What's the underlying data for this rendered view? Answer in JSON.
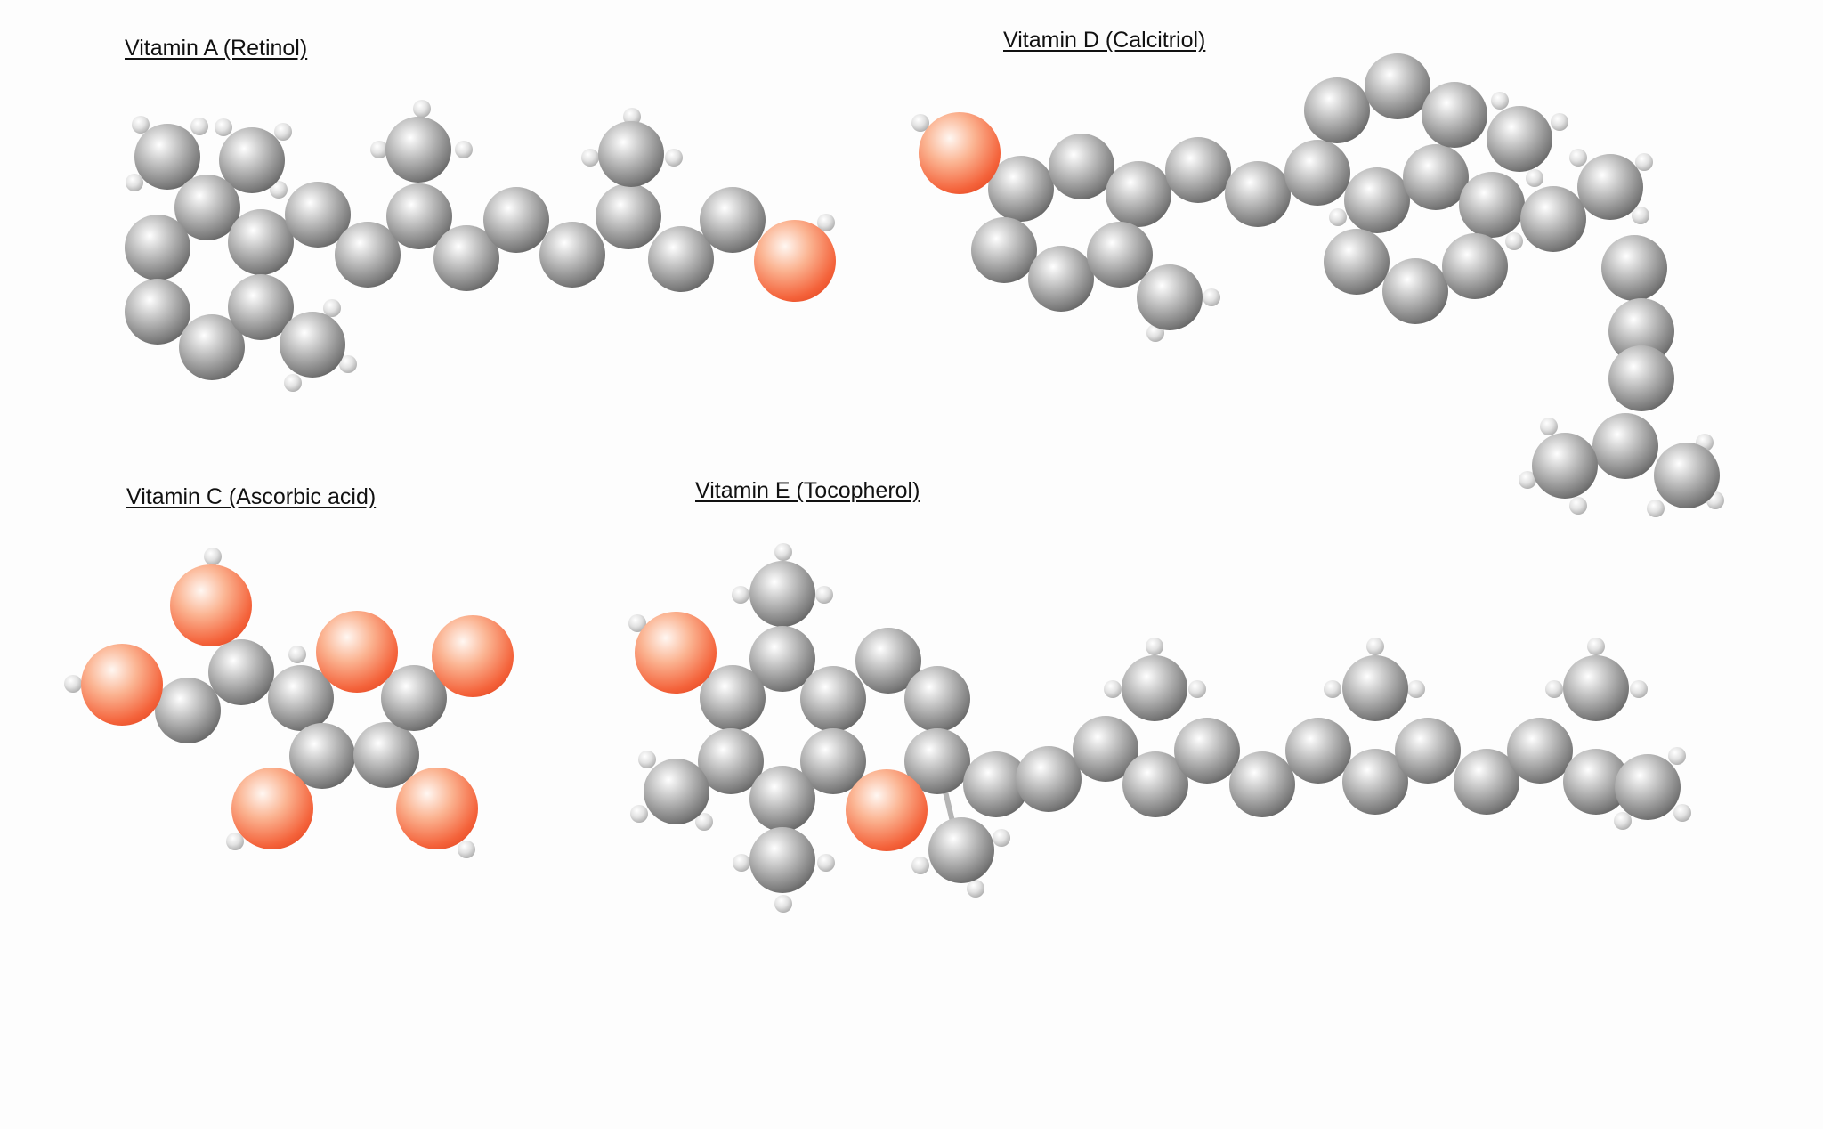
{
  "molecules": {
    "vitamin_a": {
      "title": "Vitamin A (Retinol)"
    },
    "vitamin_d": {
      "title": "Vitamin D (Calcitriol)"
    },
    "vitamin_c": {
      "title": "Vitamin C (Ascorbic acid)"
    },
    "vitamin_e": {
      "title": "Vitamin E (Tocopherol)"
    }
  },
  "colors": {
    "background": "#fdfdfd",
    "carbon": "#8a8a8a",
    "oxygen": "#f4623a",
    "hydrogen": "#d9d9d9",
    "bond": "#b5b5b5"
  }
}
